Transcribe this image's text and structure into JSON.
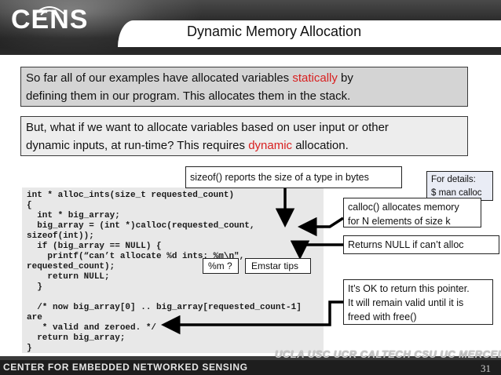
{
  "header": {
    "logo_text": "CENS",
    "title": "Dynamic Memory Allocation"
  },
  "box1": {
    "line1_pre": "So far all of our examples have allocated variables ",
    "line1_highlight": "statically",
    "line1_post": " by",
    "line2": "defining them in our program.  This allocates them in the stack."
  },
  "box2": {
    "line1": "But, what if we want to allocate variables based on user input or other",
    "line2_pre": "dynamic inputs, at run-time?  This requires ",
    "line2_highlight": "dynamic",
    "line2_post": " allocation."
  },
  "code": {
    "lines": [
      "int * alloc_ints(size_t requested_count)",
      "{",
      "  int * big_array;",
      "  big_array = (int *)calloc(requested_count,",
      "sizeof(int));",
      "  if (big_array == NULL) {",
      "    printf(“can’t allocate %d ints: %m\\n\",",
      "requested_count);",
      "    return NULL;",
      "  }",
      "",
      "  /* now big_array[0] .. big_array[requested_count-1]",
      "are",
      "   * valid and zeroed. */",
      "  return big_array;",
      "}"
    ]
  },
  "callouts": {
    "sizeof": "sizeof() reports the size of a type in bytes",
    "details_line1": "For details:",
    "details_line2": "$ man calloc",
    "calloc_line1": "calloc() allocates memory",
    "calloc_line2": "for N elements of size k",
    "null": "Returns NULL if can’t alloc",
    "ok_line1": "It’s OK to return this pointer.",
    "ok_line2": "It will remain valid until it is",
    "ok_line3": "freed with free()",
    "m": "%m ?",
    "emstar": "Emstar tips"
  },
  "footer": {
    "center_name": "CENTER FOR EMBEDDED NETWORKED SENSING",
    "universities": "UCLA  USC  UCR  CALTECH  CSU  UC MERCED",
    "page_number": "31"
  },
  "colors": {
    "highlight": "#d81f1f",
    "box1_bg": "#d4d4d4",
    "box2_bg": "#ededed",
    "code_bg": "#e8e8e8",
    "details_bg": "#e9ecf5"
  }
}
